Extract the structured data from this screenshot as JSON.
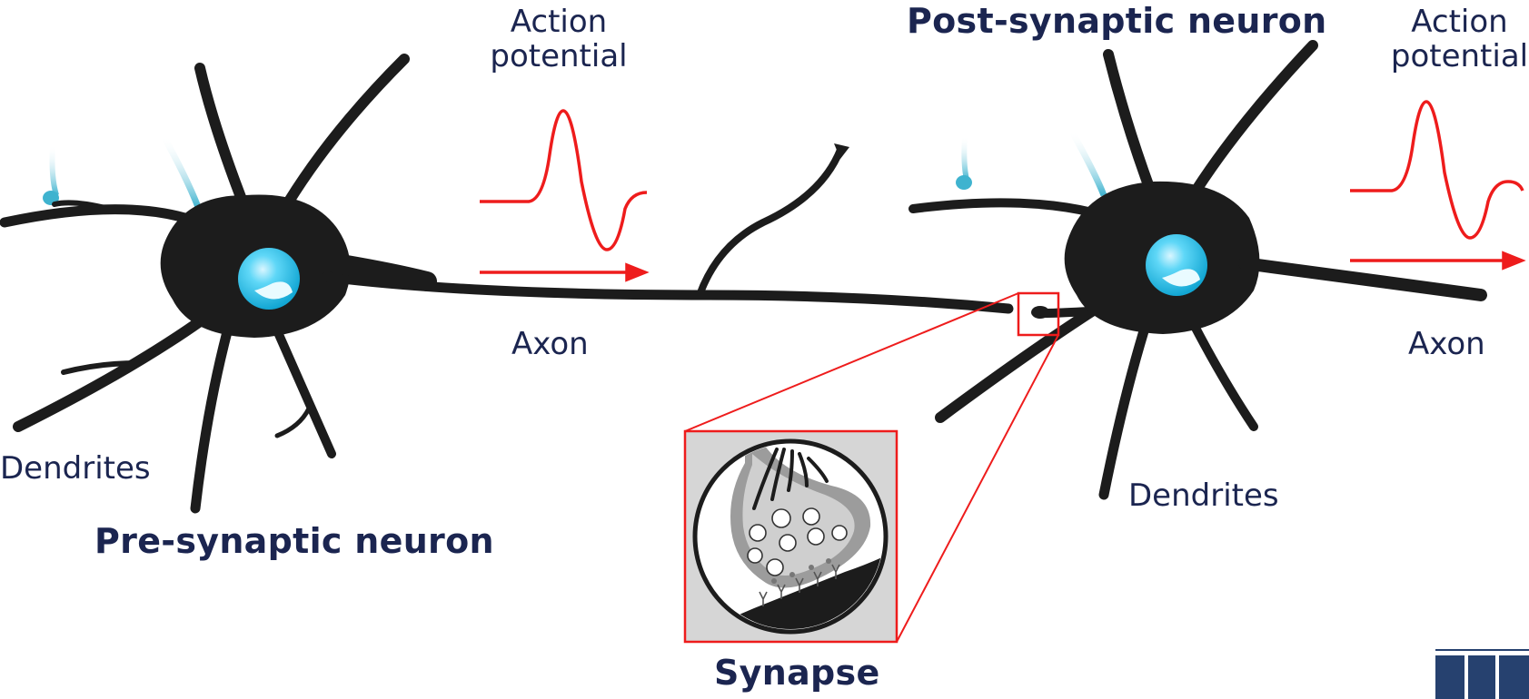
{
  "labels": {
    "pre_action_potential": "Action potential",
    "post_action_potential": "Action potential",
    "pre_axon": "Axon",
    "post_axon": "Axon",
    "pre_dendrites": "Dendrites",
    "post_dendrites": "Dendrites",
    "pre_neuron": "Pre-synaptic neuron",
    "post_neuron": "Post-synaptic neuron",
    "synapse": "Synapse"
  },
  "colors": {
    "neuron_body": "#1c1c1c",
    "nucleus": "#39c3ee",
    "signal": "#ee1c1c",
    "label_text": "#1b2550",
    "dendrite_tips": "#3fb3cf",
    "logo": "#26416f"
  }
}
